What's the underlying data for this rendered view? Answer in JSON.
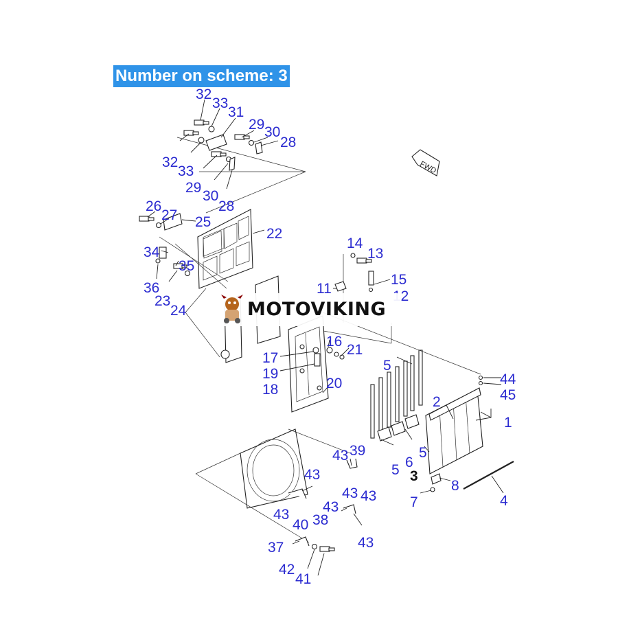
{
  "header": {
    "banner": "Number on scheme: 3"
  },
  "watermark": {
    "brand": "MOTOVIKING"
  },
  "fwd_arrow": {
    "label": "FWD"
  },
  "part_labels": [
    "32",
    "33",
    "31",
    "29",
    "30",
    "28",
    "32",
    "33",
    "29",
    "30",
    "28",
    "26",
    "27",
    "25",
    "22",
    "34",
    "35",
    "36",
    "23",
    "24",
    "14",
    "13",
    "15",
    "11",
    "12",
    "16",
    "21",
    "17",
    "19",
    "18",
    "20",
    "5",
    "2",
    "44",
    "45",
    "1",
    "6",
    "5",
    "3",
    "8",
    "4",
    "7",
    "43",
    "39",
    "5",
    "43",
    "43",
    "43",
    "43",
    "43",
    "40",
    "38",
    "43",
    "37",
    "42",
    "41"
  ]
}
